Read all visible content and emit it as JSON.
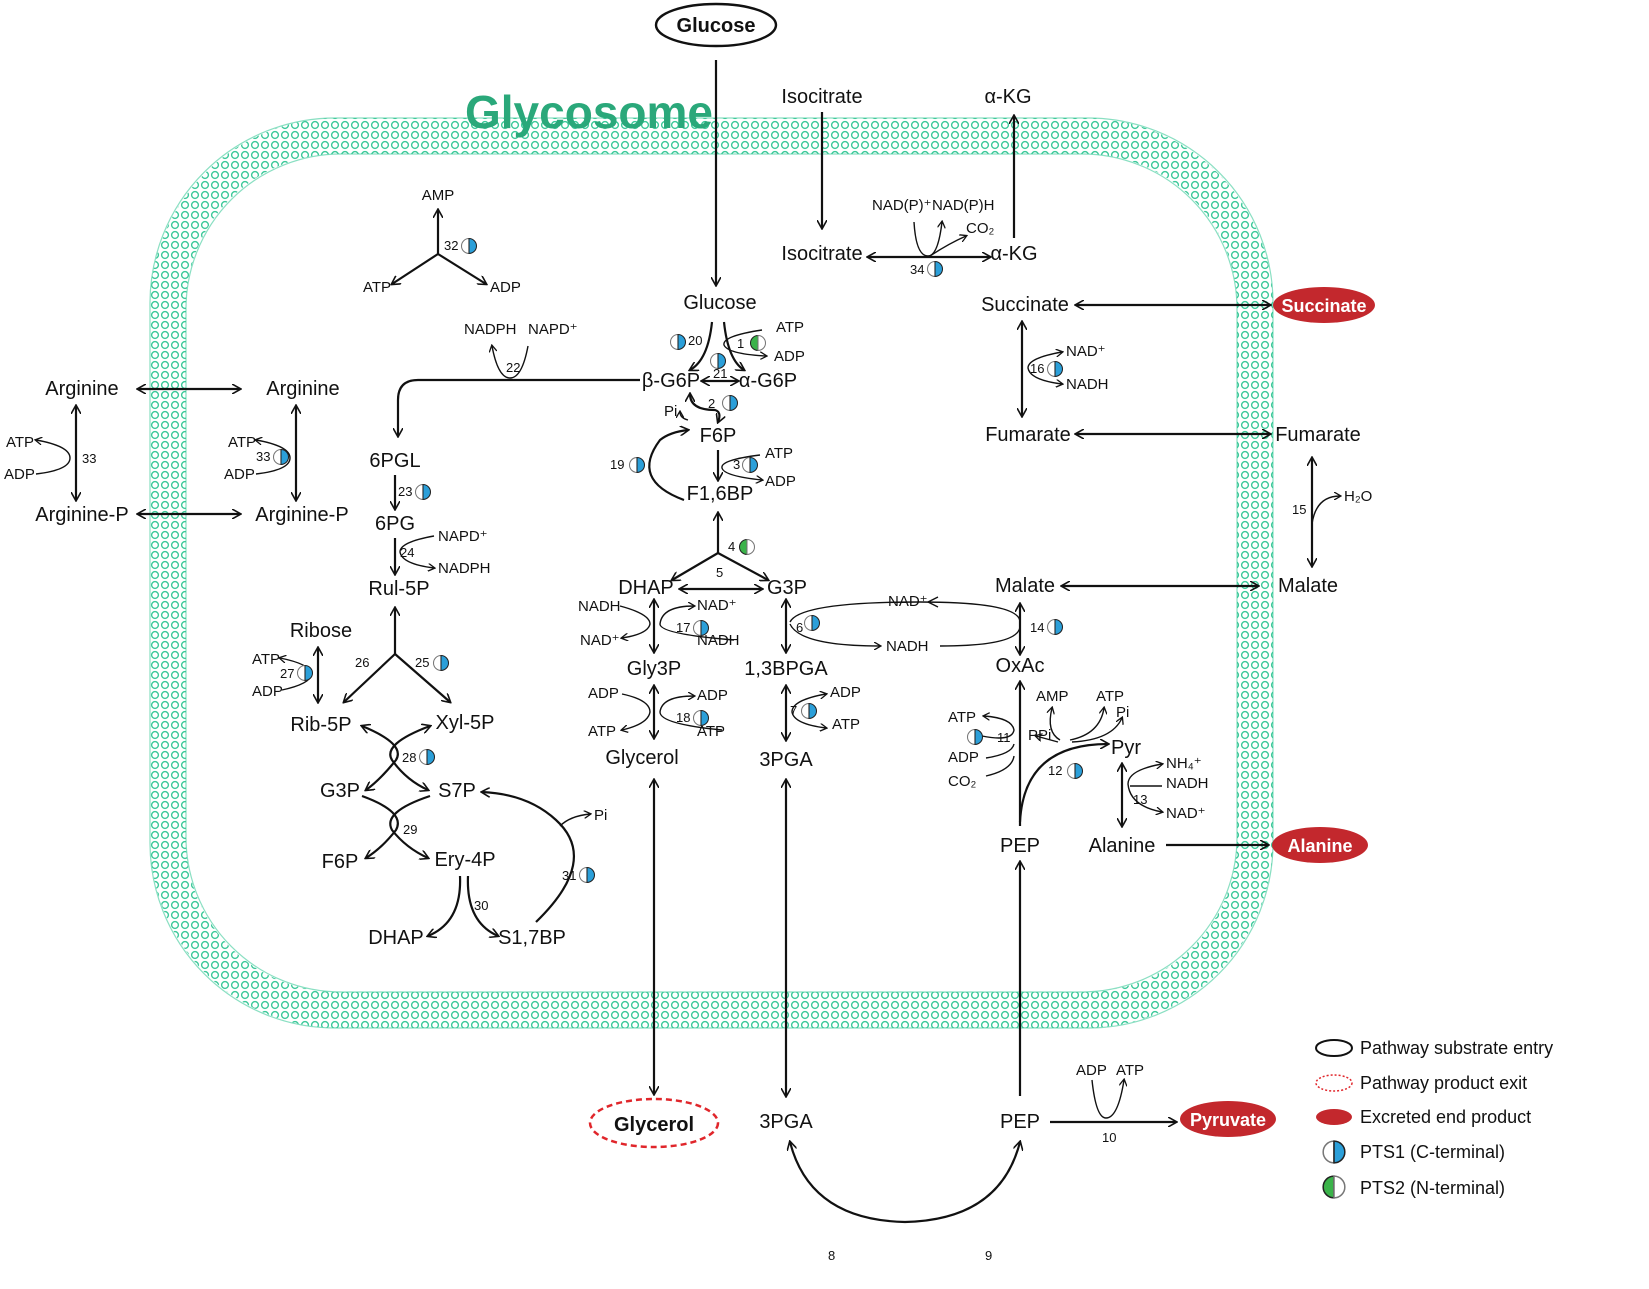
{
  "title": "Glycosome",
  "colors": {
    "membrane": "#3cc99a",
    "pts1": "#2b9fd9",
    "pts2": "#3bb34a",
    "excreted": "#c3282d",
    "exit": "#e0262b",
    "title": "#2aa87a"
  },
  "outside": {
    "glucose": "Glucose",
    "isocitrate": "Isocitrate",
    "akg": "α-KG",
    "succinate": "Succinate",
    "fumarate": "Fumarate",
    "h2o": "H₂O",
    "malate": "Malate",
    "alanine": "Alanine",
    "pyruvate": "Pyruvate",
    "glycerol": "Glycerol",
    "pga3": "3PGA",
    "pep": "PEP",
    "arginine": "Arginine",
    "arginine_p": "Arginine-P",
    "atp": "ATP",
    "adp": "ADP"
  },
  "inside": {
    "glucose": "Glucose",
    "b_g6p": "β-G6P",
    "a_g6p": "α-G6P",
    "f6p": "F6P",
    "f16bp": "F1,6BP",
    "pi": "Pi",
    "atp": "ATP",
    "adp": "ADP",
    "amp": "AMP",
    "nadph": "NADPH",
    "napd_plus": "NAPD⁺",
    "nad_plus": "NAD⁺",
    "nadh": "NADH",
    "dhap": "DHAP",
    "g3p": "G3P",
    "gly3p": "Gly3P",
    "glycerol": "Glycerol",
    "bpga": "1,3BPGA",
    "pga3": "3PGA",
    "pgl6": "6PGL",
    "pg6": "6PG",
    "rul5p": "Rul-5P",
    "ribose": "Ribose",
    "rib5p": "Rib-5P",
    "xyl5p": "Xyl-5P",
    "s7p": "S7P",
    "f6p2": "F6P",
    "ery4p": "Ery-4P",
    "s17bp": "S1,7BP",
    "arginine": "Arginine",
    "arginine_p": "Arginine-P",
    "isocitrate": "Isocitrate",
    "akg": "α-KG",
    "nadp_plus": "NAD(P)⁺",
    "nadph2": "NAD(P)H",
    "co2": "CO₂",
    "succinate": "Succinate",
    "fumarate": "Fumarate",
    "malate": "Malate",
    "oxac": "OxAc",
    "pyr": "Pyr",
    "ppi": "PPi",
    "pep": "PEP",
    "alanine": "Alanine",
    "nh4": "NH₄⁺"
  },
  "enzymes": [
    "1",
    "2",
    "3",
    "4",
    "5",
    "6",
    "7",
    "8",
    "9",
    "10",
    "11",
    "12",
    "13",
    "14",
    "15",
    "16",
    "17",
    "18",
    "19",
    "20",
    "21",
    "22",
    "23",
    "24",
    "25",
    "26",
    "27",
    "28",
    "29",
    "30",
    "31",
    "32",
    "33",
    "34"
  ],
  "legend": [
    {
      "label": "Pathway substrate entry",
      "icon": "outline-ellipse"
    },
    {
      "label": "Pathway product exit",
      "icon": "dotted-ellipse"
    },
    {
      "label": "Excreted end product",
      "icon": "filled-ellipse"
    },
    {
      "label": "PTS1 (C-terminal)",
      "icon": "pts1-icon"
    },
    {
      "label": "PTS2 (N-terminal)",
      "icon": "pts2-icon"
    }
  ]
}
